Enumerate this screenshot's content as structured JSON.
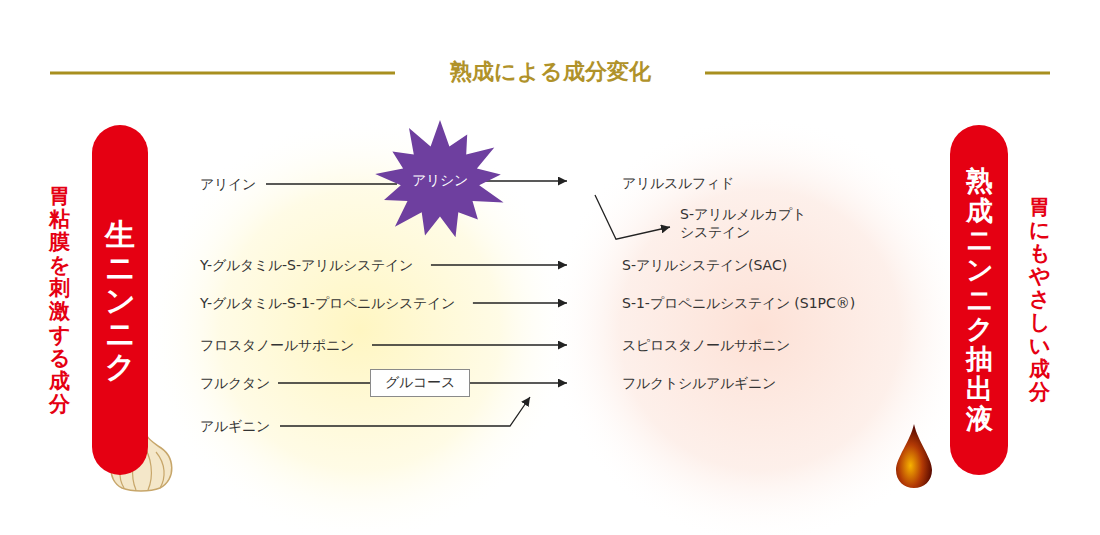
{
  "diagram": {
    "title": "熟成による成分変化",
    "nodes": [
      {
        "text": [
          "生ニンニク",
          "胃粘膜を刺激する成分"
        ]
      },
      {
        "text": [
          "アリイン"
        ]
      },
      {
        "text": [
          "アリシン"
        ]
      },
      {
        "text": [
          "Y-グルタミル-S-アリルシステイン"
        ]
      },
      {
        "text": [
          "Y-グルタミル-S-1-プロペニルシステイン"
        ]
      },
      {
        "text": [
          "フロスタノールサポニン"
        ]
      },
      {
        "text": [
          "フルクタン"
        ]
      },
      {
        "text": [
          "グルコース"
        ]
      },
      {
        "text": [
          "アルギニン"
        ]
      },
      {
        "text": [
          "アリルスルフィド"
        ]
      },
      {
        "text": [
          "S-アリルメルカプト システイン"
        ]
      },
      {
        "text": [
          "S-アリルシステイン(SAC)"
        ]
      },
      {
        "text": [
          "S-1-プロペニルシステイン (S1PC®)"
        ]
      },
      {
        "text": [
          "スピロスタノールサポニン"
        ]
      },
      {
        "text": [
          "フルクトシルアルギニン"
        ]
      },
      {
        "text": [
          "熟成ニンニク抽出液",
          "胃にもやさしい成分"
        ]
      }
    ],
    "edges": [
      {
        "from": 1,
        "to": 2,
        "arrow": "none"
      },
      {
        "from": 2,
        "to": 9,
        "arrow": "to"
      },
      {
        "from": 9,
        "to": 10,
        "arrow": "to"
      },
      {
        "from": 3,
        "to": 11,
        "arrow": "to"
      },
      {
        "from": 4,
        "to": 12,
        "arrow": "to"
      },
      {
        "from": 5,
        "to": 13,
        "arrow": "to"
      },
      {
        "from": 6,
        "to": 7,
        "arrow": "none"
      },
      {
        "from": 7,
        "to": 14,
        "arrow": "to"
      },
      {
        "from": 8,
        "to": 14,
        "arrow": "to"
      }
    ]
  }
}
